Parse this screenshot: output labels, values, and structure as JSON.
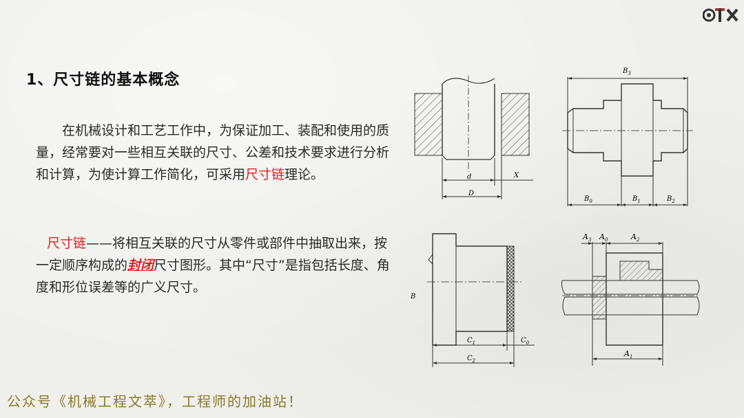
{
  "slide": {
    "title": "1、尺寸链的基本概念",
    "paragraph1": {
      "part1": "在机械设计和工艺工作中，为保证加工、装配和使用的质量，经常要对一些相互关联的尺寸、公差和技术要求进行分析和计算，为使计算工作简化，可采用",
      "highlight": "尺寸链",
      "part2": "理论。"
    },
    "paragraph2": {
      "term": "尺寸链",
      "part1": "——将相互关联的尺寸从零件或部件中抽取出来，按一定顺序构成的",
      "emphasis": "封闭",
      "part2": "尺寸图形。其中“尺寸”是指包括长度、角度和形位误差等的广义尺寸。"
    },
    "footer": "公众号《机械工程文萃》，工程师的加油站！"
  },
  "figures": {
    "shaft_hole": {
      "labels": {
        "d": "d",
        "D": "D",
        "X": "X"
      }
    },
    "stepped_shaft": {
      "labels": {
        "B3": "B",
        "B3_sub": "3",
        "B0": "B",
        "B0_sub": "0",
        "B1": "B",
        "B1_sub": "1",
        "B2": "B",
        "B2_sub": "2"
      }
    },
    "sleeve": {
      "labels": {
        "B": "B",
        "C1": "C",
        "C1_sub": "1",
        "C0": "C",
        "C0_sub": "0",
        "C2": "C",
        "C2_sub": "2"
      }
    },
    "assembly": {
      "labels": {
        "A3": "A",
        "A3_sub": "3",
        "A0": "A",
        "A0_sub": "0",
        "A2": "A",
        "A2_sub": "2",
        "A1": "A",
        "A1_sub": "1"
      }
    }
  },
  "colors": {
    "footer": "#8a7a2c",
    "highlight": "#e02020",
    "line": "#333333"
  }
}
